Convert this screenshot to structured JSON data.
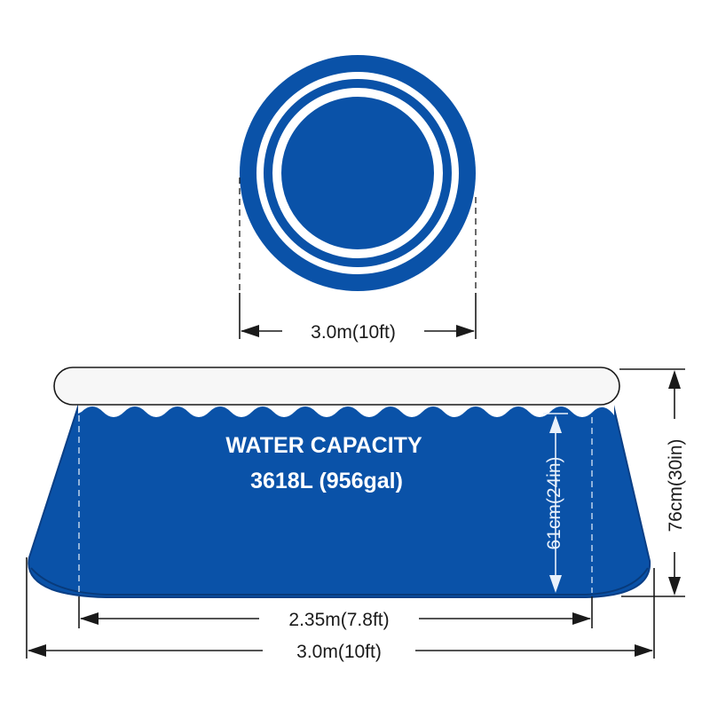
{
  "colors": {
    "pool_blue": "#0a52a8",
    "pool_blue_dark": "#0a3f86",
    "ring_white": "#ffffff",
    "rim_fill": "#f7f7f7",
    "line": "#1a1a1a"
  },
  "top_view": {
    "diameter_label": "3.0m(10ft)"
  },
  "side_view": {
    "capacity_title": "WATER CAPACITY",
    "capacity_value": "3618L (956gal)",
    "water_depth_label": "61cm(24in)",
    "total_height_label": "76cm(30in)",
    "floor_width_label": "2.35m(7.8ft)",
    "overall_width_label": "3.0m(10ft)"
  }
}
